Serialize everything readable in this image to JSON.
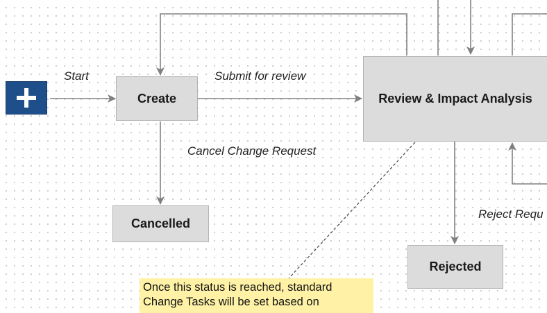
{
  "diagram": {
    "start_icon": "plus-icon",
    "colors": {
      "start_fill": "#1f4f8a",
      "node_fill": "#dcdcdc",
      "node_border": "#b3b3b3",
      "edge": "#808080",
      "note_fill": "#fff2a6"
    },
    "nodes": {
      "create": "Create",
      "review": "Review & Impact Analysis",
      "cancelled": "Cancelled",
      "rejected": "Rejected"
    },
    "edge_labels": {
      "start": "Start",
      "submit": "Submit for review",
      "cancel": "Cancel Change Request",
      "reject": "Reject Requ"
    },
    "note": {
      "line1": "Once this status is reached, standard",
      "line2": "Change Tasks will be set based on"
    }
  }
}
